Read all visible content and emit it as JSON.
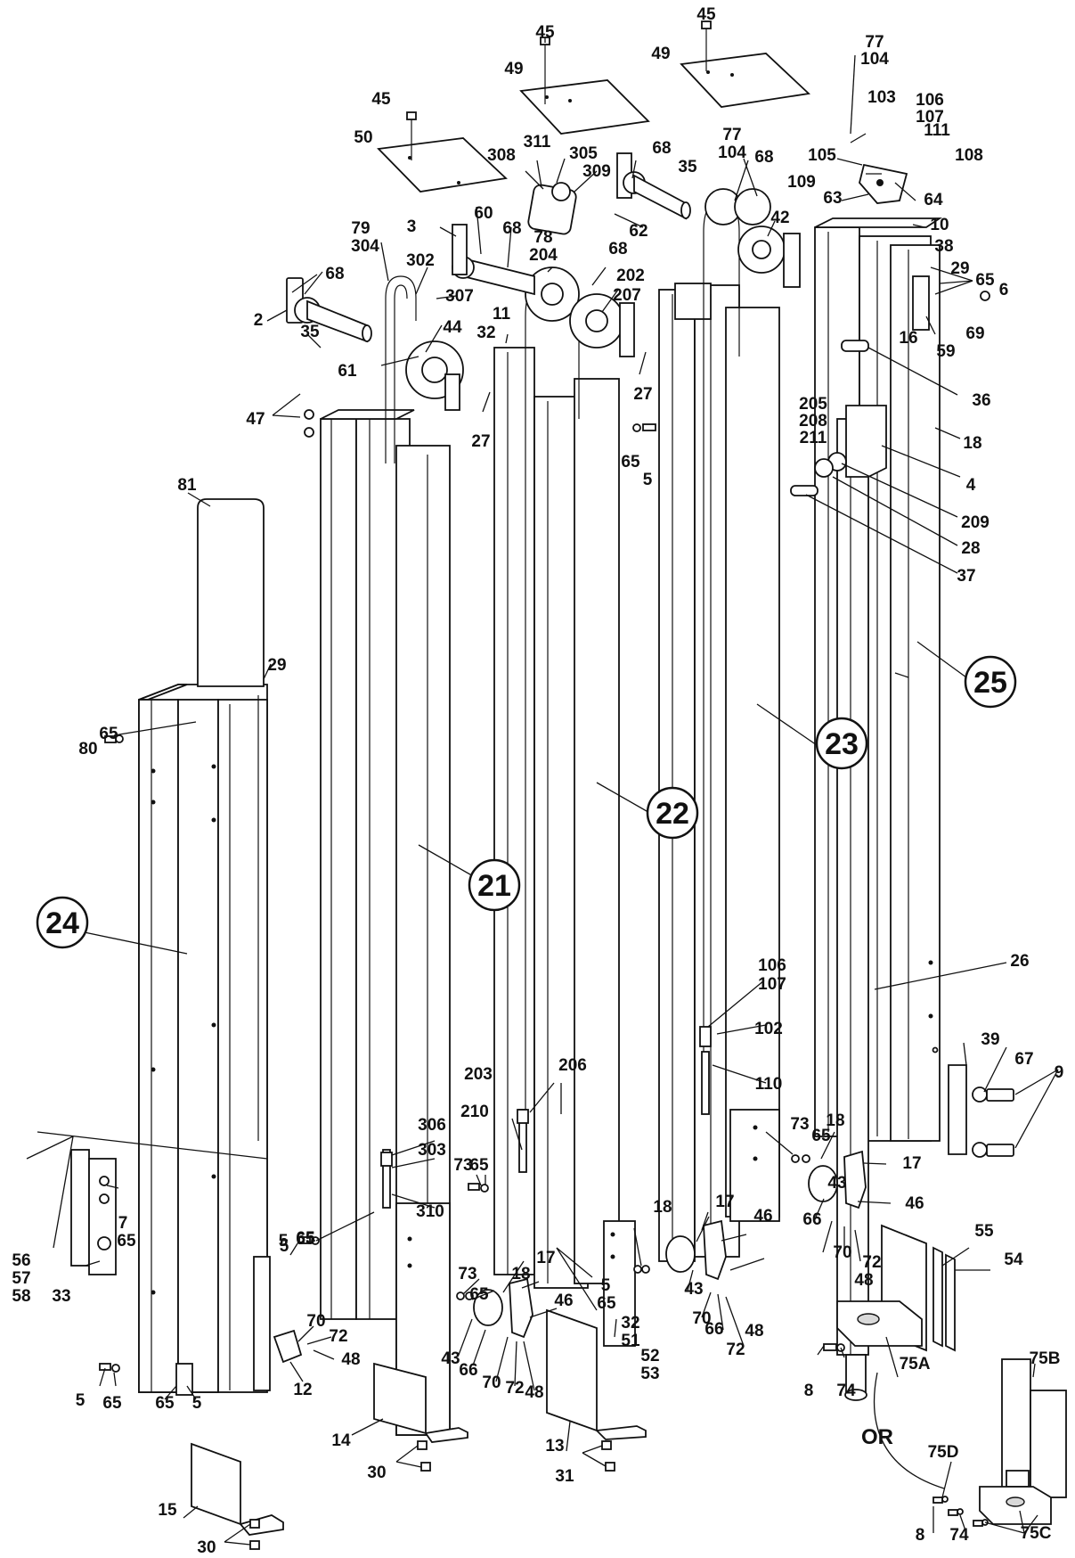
{
  "labels": [
    {
      "text": "45"
    },
    {
      "text": "49"
    },
    {
      "text": "45"
    },
    {
      "text": "49"
    },
    {
      "text": "45"
    },
    {
      "text": "50"
    },
    {
      "text": "77"
    },
    {
      "text": "104"
    },
    {
      "text": "103"
    },
    {
      "text": "106"
    },
    {
      "text": "107"
    },
    {
      "text": "111"
    },
    {
      "text": "108"
    },
    {
      "text": "105"
    },
    {
      "text": "109"
    },
    {
      "text": "64"
    },
    {
      "text": "63"
    },
    {
      "text": "10"
    },
    {
      "text": "38"
    },
    {
      "text": "308"
    },
    {
      "text": "311"
    },
    {
      "text": "305"
    },
    {
      "text": "309"
    },
    {
      "text": "62"
    },
    {
      "text": "68"
    },
    {
      "text": "35"
    },
    {
      "text": "77"
    },
    {
      "text": "104"
    },
    {
      "text": "68"
    },
    {
      "text": "42"
    },
    {
      "text": "79"
    },
    {
      "text": "304"
    },
    {
      "text": "3"
    },
    {
      "text": "60"
    },
    {
      "text": "68"
    },
    {
      "text": "78"
    },
    {
      "text": "204"
    },
    {
      "text": "68"
    },
    {
      "text": "202"
    },
    {
      "text": "207"
    },
    {
      "text": "302"
    },
    {
      "text": "307"
    },
    {
      "text": "68"
    },
    {
      "text": "2"
    },
    {
      "text": "44"
    },
    {
      "text": "35"
    },
    {
      "text": "11"
    },
    {
      "text": "32"
    },
    {
      "text": "61"
    },
    {
      "text": "47"
    },
    {
      "text": "27"
    },
    {
      "text": "27"
    },
    {
      "text": "29"
    },
    {
      "text": "65"
    },
    {
      "text": "6"
    },
    {
      "text": "69"
    },
    {
      "text": "16"
    },
    {
      "text": "59"
    },
    {
      "text": "36"
    },
    {
      "text": "205"
    },
    {
      "text": "208"
    },
    {
      "text": "211"
    },
    {
      "text": "18"
    },
    {
      "text": "4"
    },
    {
      "text": "209"
    },
    {
      "text": "28"
    },
    {
      "text": "37"
    },
    {
      "text": "65"
    },
    {
      "text": "5"
    },
    {
      "text": "81"
    },
    {
      "text": "29"
    },
    {
      "text": "65"
    },
    {
      "text": "80"
    },
    {
      "text": "26"
    },
    {
      "text": "106"
    },
    {
      "text": "107"
    },
    {
      "text": "102"
    },
    {
      "text": "110"
    },
    {
      "text": "39"
    },
    {
      "text": "67"
    },
    {
      "text": "9"
    },
    {
      "text": "203"
    },
    {
      "text": "206"
    },
    {
      "text": "210"
    },
    {
      "text": "306"
    },
    {
      "text": "303"
    },
    {
      "text": "310"
    },
    {
      "text": "73"
    },
    {
      "text": "18"
    },
    {
      "text": "65"
    },
    {
      "text": "17"
    },
    {
      "text": "43"
    },
    {
      "text": "66"
    },
    {
      "text": "46"
    },
    {
      "text": "70"
    },
    {
      "text": "72"
    },
    {
      "text": "48"
    },
    {
      "text": "5"
    },
    {
      "text": "65"
    },
    {
      "text": "73"
    },
    {
      "text": "65"
    },
    {
      "text": "18"
    },
    {
      "text": "17"
    },
    {
      "text": "46"
    },
    {
      "text": "43"
    },
    {
      "text": "66"
    },
    {
      "text": "70"
    },
    {
      "text": "72"
    },
    {
      "text": "48"
    },
    {
      "text": "73"
    },
    {
      "text": "65"
    },
    {
      "text": "18"
    },
    {
      "text": "43"
    },
    {
      "text": "17"
    },
    {
      "text": "46"
    },
    {
      "text": "66"
    },
    {
      "text": "70"
    },
    {
      "text": "72"
    },
    {
      "text": "48"
    },
    {
      "text": "5"
    },
    {
      "text": "65"
    },
    {
      "text": "32"
    },
    {
      "text": "51"
    },
    {
      "text": "52"
    },
    {
      "text": "53"
    },
    {
      "text": "5"
    },
    {
      "text": "65"
    },
    {
      "text": "70"
    },
    {
      "text": "72"
    },
    {
      "text": "48"
    },
    {
      "text": "12"
    },
    {
      "text": "7"
    },
    {
      "text": "65"
    },
    {
      "text": "56"
    },
    {
      "text": "57"
    },
    {
      "text": "58"
    },
    {
      "text": "33"
    },
    {
      "text": "5"
    },
    {
      "text": "65"
    },
    {
      "text": "65"
    },
    {
      "text": "5"
    },
    {
      "text": "13"
    },
    {
      "text": "31"
    },
    {
      "text": "14"
    },
    {
      "text": "30"
    },
    {
      "text": "15"
    },
    {
      "text": "30"
    },
    {
      "text": "55"
    },
    {
      "text": "54"
    },
    {
      "text": "8"
    },
    {
      "text": "74"
    },
    {
      "text": "75A"
    },
    {
      "text": "75B"
    },
    {
      "text": "75D"
    },
    {
      "text": "8"
    },
    {
      "text": "74"
    },
    {
      "text": "75C"
    }
  ],
  "callouts": [
    {
      "text": "21"
    },
    {
      "text": "22"
    },
    {
      "text": "23"
    },
    {
      "text": "24"
    },
    {
      "text": "25"
    }
  ],
  "or_label": "OR"
}
